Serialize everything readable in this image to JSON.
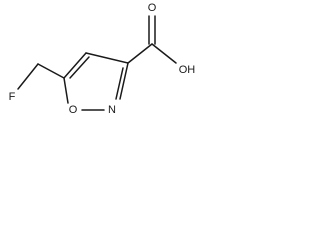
{
  "molecule": {
    "labels": {
      "fluorine": "F",
      "ring_oxygen": "O",
      "ring_nitrogen": "N",
      "carbonyl_oxygen": "O",
      "hydroxyl": "OH"
    }
  }
}
